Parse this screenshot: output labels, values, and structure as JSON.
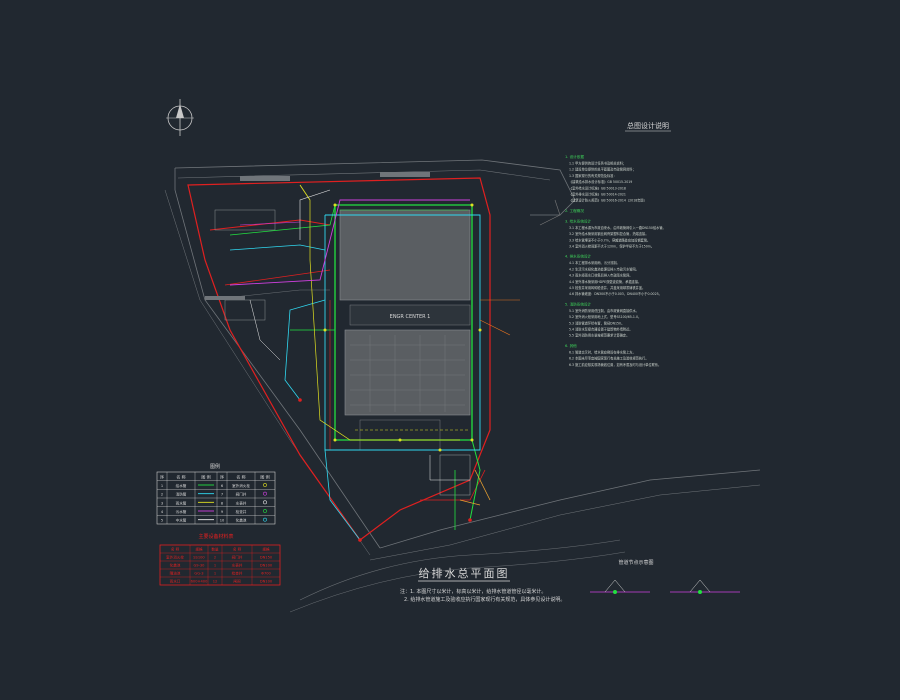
{
  "drawing": {
    "main_title": "给排水总平面图",
    "notes_title": "总图设计说明",
    "detail_title": "管道节点示意图",
    "building_label": "ENGR CENTER 1",
    "plan_notes": [
      "注：1. 本图尺寸以米计，标高以米计，给排水管道管径以毫米计。",
      "2. 给排水管道施工及验收应执行国家现行有关规范，具体参见设计说明。"
    ]
  },
  "legend_table": {
    "title": "图例",
    "headers": [
      "序",
      "名 称",
      "图 例",
      "序",
      "名 称",
      "图 例"
    ],
    "rows": [
      [
        "1",
        "给水管",
        "",
        "6",
        "室外消火栓",
        ""
      ],
      [
        "2",
        "消防管",
        "",
        "7",
        "阀门井",
        ""
      ],
      [
        "3",
        "雨水管",
        "",
        "8",
        "水表井",
        ""
      ],
      [
        "4",
        "污水管",
        "",
        "9",
        "检查井",
        ""
      ],
      [
        "5",
        "中水管",
        "",
        "10",
        "化粪池",
        ""
      ]
    ]
  },
  "red_table": {
    "title": "主要设备材料表",
    "headers": [
      "名 称",
      "规格",
      "数量",
      "名 称",
      "规格"
    ],
    "rows": [
      [
        "室外消火栓",
        "SS100",
        "2",
        "阀门井",
        "DN150"
      ],
      [
        "化粪池",
        "G9-30",
        "1",
        "水表井",
        "DN100"
      ],
      [
        "隔油池",
        "GG-3",
        "1",
        "检查井",
        "Φ700"
      ],
      [
        "雨水口",
        "600×400",
        "12",
        "闸阀",
        "DN100"
      ]
    ]
  },
  "notes_sections": [
    {
      "heading": "1. 设计依据",
      "lines": [
        "1.1 甲方提供的设计任务书及相关资料；",
        "1.2 建设单位提供的总平面图及市政管网资料；",
        "1.3 国家现行的有关规范及标准：",
        "《建筑给水排水设计标准》GB 50015-2019",
        "《室外给水设计标准》GB 50013-2018",
        "《室外排水设计标准》GB 50014-2021",
        "《建筑设计防火规范》GB 50016-2014（2018年版）"
      ]
    },
    {
      "heading": "2. 工程概况",
      "lines": []
    },
    {
      "heading": "3. 给水系统设计",
      "lines": [
        "3.1 本工程水源为市政自来水，由市政管网引入一路DN150给水管。",
        "3.2 室外给水管采用钢丝网骨架塑料复合管，热熔连接。",
        "3.3 给水管埋深不小于0.7m，穿越道路处应加设钢套管。",
        "3.4 室外消火栓间距不大于120m，保护半径不大于150m。"
      ]
    },
    {
      "heading": "4. 排水系统设计",
      "lines": [
        "4.1 本工程排水采用雨、污分流制。",
        "4.2 生活污水经化粪池处理后排入市政污水管网。",
        "4.3 雨水经雨水口收集后排入市政雨水管网。",
        "4.4 室外排水管采用HDPE双壁波纹管，承插连接。",
        "4.5 检查井采用砖砌检查井，井盖采用球墨铸铁井盖。",
        "4.6 排水管坡度：DN300不小于0.003，DN400不小于0.0025。"
      ]
    },
    {
      "heading": "5. 消防系统设计",
      "lines": [
        "5.1 室外消防采用低压制，由市政管网直接供水。",
        "5.2 室外消火栓采用地上式，型号SS100/65-1.0。",
        "5.3 消防管道环状布置，管径DN150。",
        "5.4 消防水泵接合器设置于建筑物外墙附近。",
        "5.5 室外消防用水量按规范要求计算确定。"
      ]
    },
    {
      "heading": "6. 其他",
      "lines": [
        "6.1 管道交叉时，给水管应敷设在排水管上方。",
        "6.2 本图未尽事宜按国家现行有关施工及验收规范执行。",
        "6.3 施工前应核实现场管线位置，如有矛盾及时与设计单位联系。"
      ]
    }
  ],
  "colors": {
    "background": "#212830",
    "site_boundary": "#e02020",
    "water_supply": "#22e040",
    "fire_main": "#30d8f0",
    "rain": "#e0e020",
    "sewage": "#d040e0",
    "building": "#5a5e62",
    "text": "#d8d8d8"
  },
  "icons": {
    "north_arrow": "north-arrow-icon"
  }
}
